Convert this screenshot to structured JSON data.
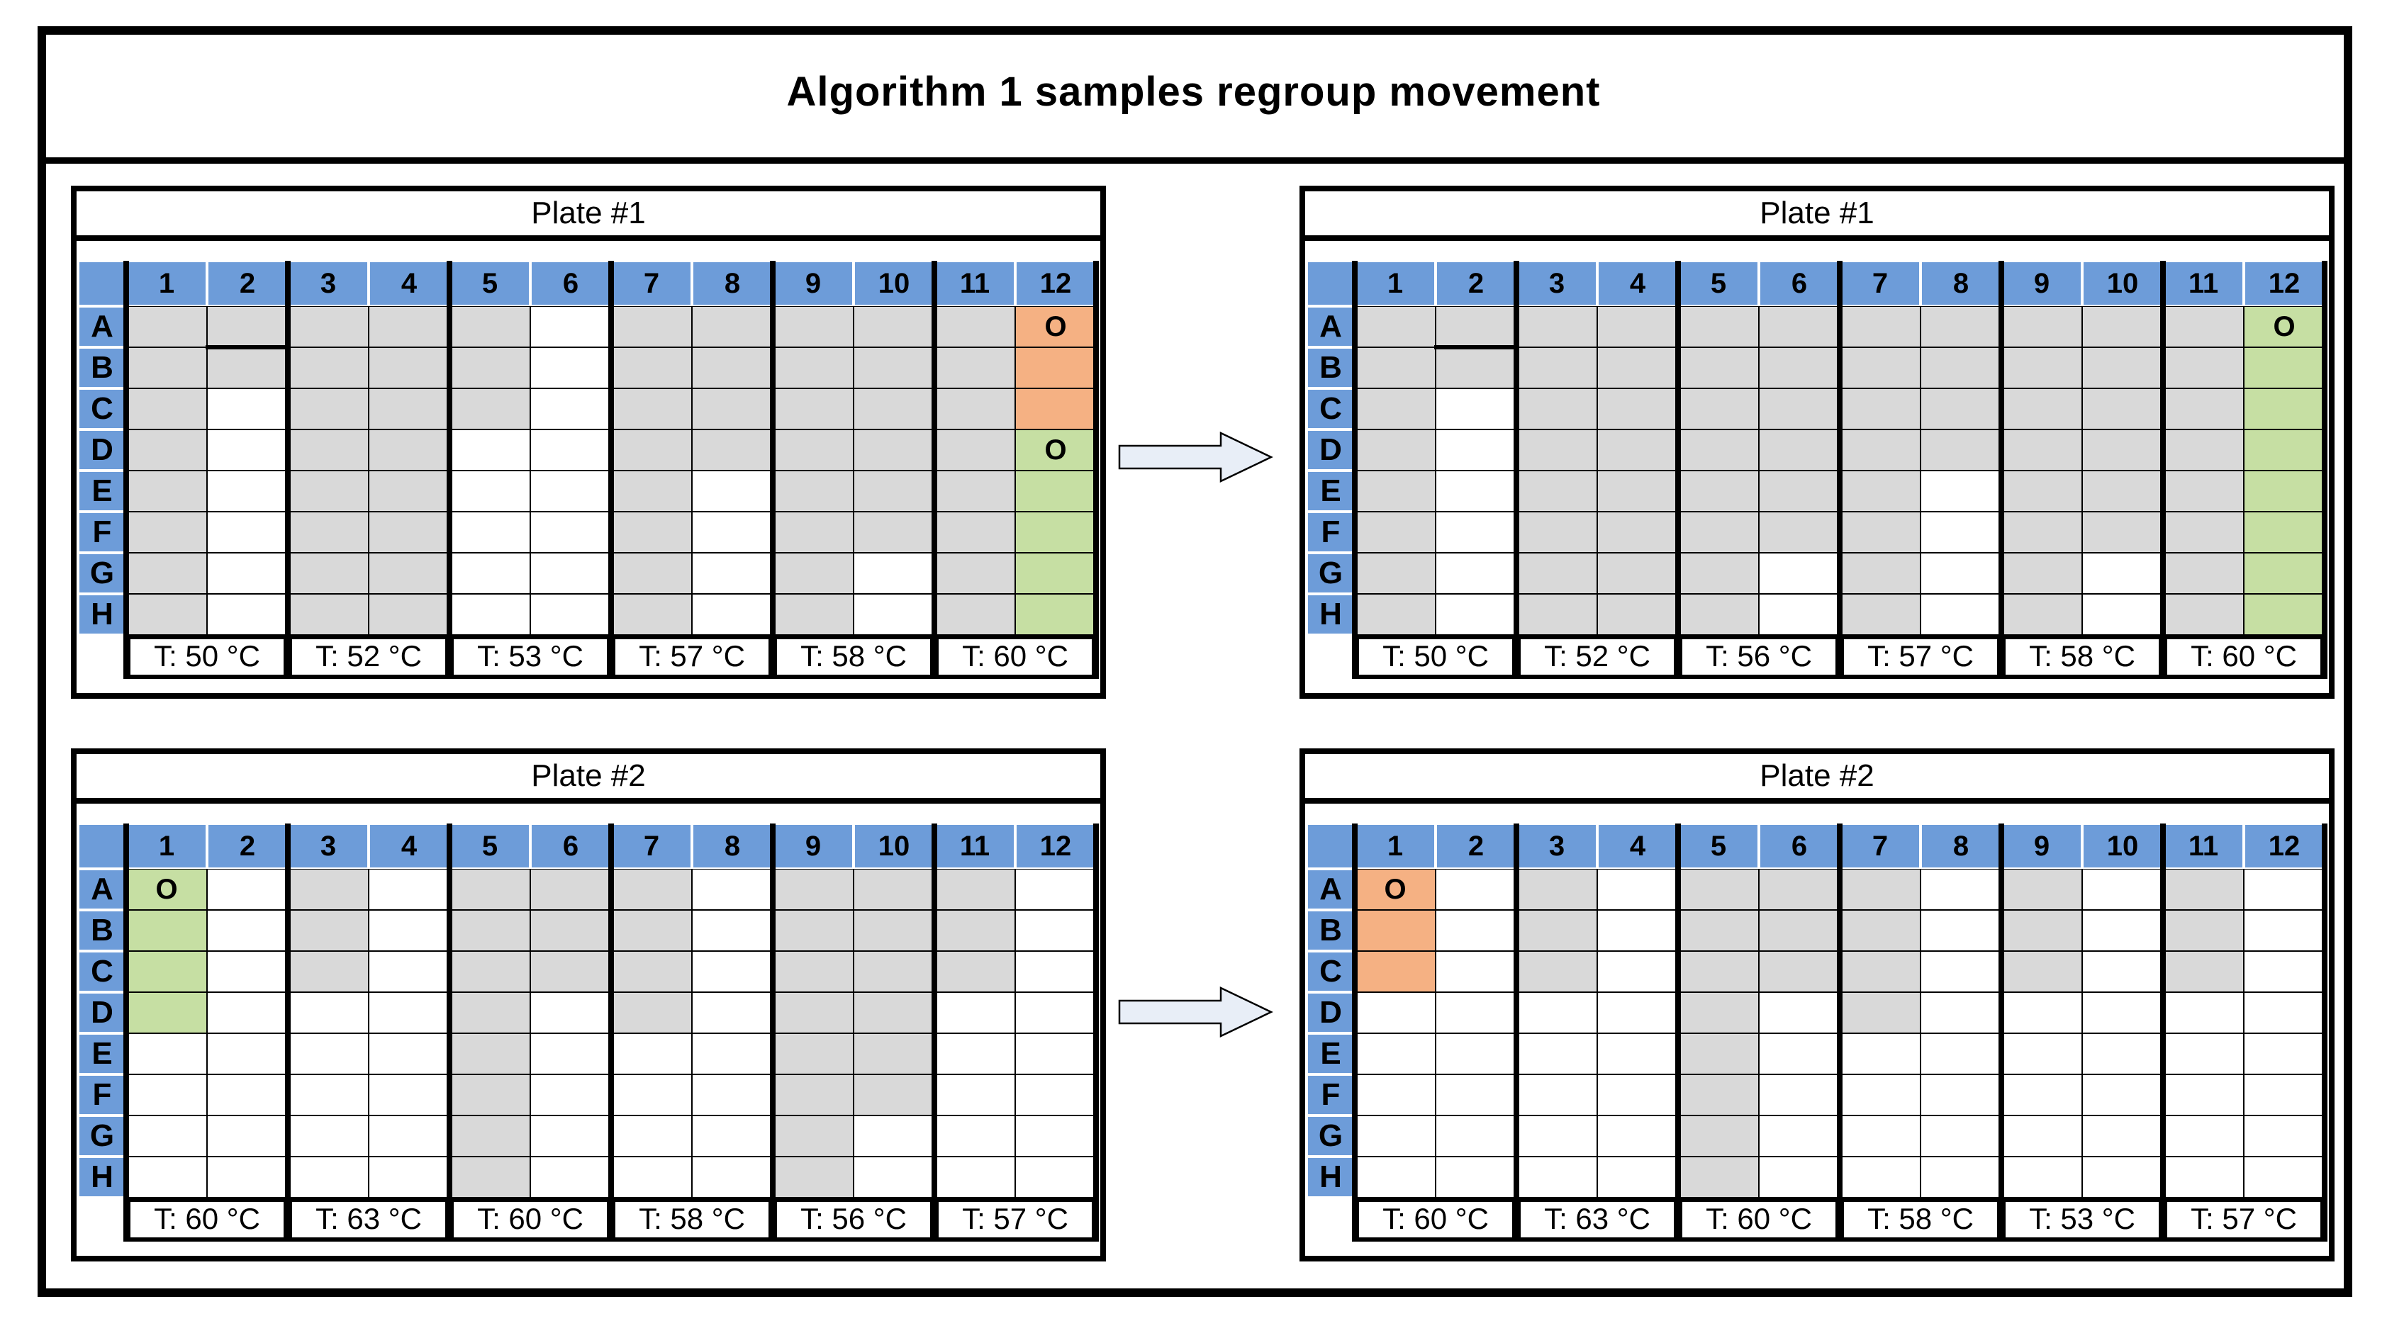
{
  "figure_title": "Algorithm 1 samples regroup movement",
  "well_marker": "O",
  "column_labels": [
    "1",
    "2",
    "3",
    "4",
    "5",
    "6",
    "7",
    "8",
    "9",
    "10",
    "11",
    "12"
  ],
  "row_labels": [
    "A",
    "B",
    "C",
    "D",
    "E",
    "F",
    "G",
    "H"
  ],
  "colors": {
    "header_blue": "#6D9CD9",
    "sample_gray": "#D9D9D9",
    "empty_white": "#FFFFFF",
    "moved_orange": "#F5B183",
    "moved_green": "#C6DFA3",
    "arrow_fill": "#E8EEF7",
    "line_black": "#000000"
  },
  "well_legend": {
    "g": "gray-sample",
    "w": "empty",
    "o": "orange-sample",
    "n": "green-sample",
    "uppercase": "cell-with-O-marker"
  },
  "plates": [
    {
      "id": "plate1-before",
      "title": "Plate #1",
      "divider_after_a2": true,
      "temps": [
        "T: 50 °C",
        "T: 52 °C",
        "T: 53 °C",
        "T: 57 °C",
        "T: 58 °C",
        "T: 60 °C"
      ],
      "wells": [
        "gggggwgggggO",
        "gggggwgggggo",
        "gwgggwgggggo",
        "gwggwwgggggN",
        "gwggwwgwgggn",
        "gwggwwgwgggn",
        "gwggwwgwgwgn",
        "gwggwwgwgwgn"
      ]
    },
    {
      "id": "plate1-after",
      "title": "Plate #1",
      "divider_after_a2": true,
      "temps": [
        "T: 50 °C",
        "T: 52 °C",
        "T: 56 °C",
        "T: 57 °C",
        "T: 58 °C",
        "T: 60 °C"
      ],
      "wells": [
        "gggggggggggN",
        "gggggggggggn",
        "gwgggggggggn",
        "gwgggggggggn",
        "gwgggggwgggn",
        "gwgggggwgggn",
        "gwgggwgwgwgn",
        "gwgggwgwgwgn"
      ]
    },
    {
      "id": "plate2-before",
      "title": "Plate #2",
      "divider_after_a2": false,
      "temps": [
        "T: 60 °C",
        "T: 63 °C",
        "T: 60 °C",
        "T: 58 °C",
        "T: 56 °C",
        "T: 57 °C"
      ],
      "wells": [
        "Nwgwgggwgggw",
        "nwgwgggwgggw",
        "nwgwgggwgggw",
        "nwwwgwgwggww",
        "wwwwgwwwggww",
        "wwwwgwwwggww",
        "wwwwgwwwgwww",
        "wwwwgwwwgwww"
      ]
    },
    {
      "id": "plate2-after",
      "title": "Plate #2",
      "divider_after_a2": false,
      "temps": [
        "T: 60 °C",
        "T: 63 °C",
        "T: 60 °C",
        "T: 58 °C",
        "T: 53 °C",
        "T: 57 °C"
      ],
      "wells": [
        "Owgwgggwgwgw",
        "owgwgggwgwgw",
        "owgwgggwgwgw",
        "wwwwgwgwwwww",
        "wwwwgwwwwwww",
        "wwwwgwwwwwww",
        "wwwwgwwwwwww",
        "wwwwgwwwwwww"
      ]
    }
  ]
}
